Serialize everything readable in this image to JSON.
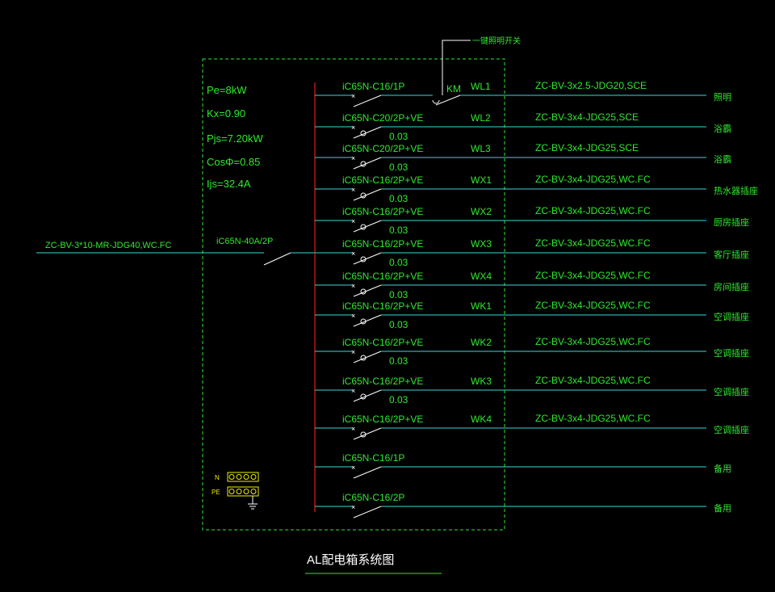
{
  "params": {
    "pe": "Pe=8kW",
    "kx": "Kx=0.90",
    "pjs": "Pjs=7.20kW",
    "cos": "CosΦ=0.85",
    "ijs": "Ijs=32.4A"
  },
  "incoming": {
    "cable": "ZC-BV-3*10-MR-JDG40,WC.FC",
    "breaker": "iC65N-40A/2P"
  },
  "switch_label": "一键照明开关",
  "km_label": "KM",
  "circuits": [
    {
      "breaker": "iC65N-C16/1P",
      "rcd": "",
      "code": "WL1",
      "cable": "ZC-BV-3x2.5-JDG20,SCE",
      "load": "照明"
    },
    {
      "breaker": "iC65N-C20/2P+VE",
      "rcd": "0.03",
      "code": "WL2",
      "cable": "ZC-BV-3x4-JDG25,SCE",
      "load": "浴霸"
    },
    {
      "breaker": "iC65N-C20/2P+VE",
      "rcd": "0.03",
      "code": "WL3",
      "cable": "ZC-BV-3x4-JDG25,SCE",
      "load": "浴霸"
    },
    {
      "breaker": "iC65N-C16/2P+VE",
      "rcd": "0.03",
      "code": "WX1",
      "cable": "ZC-BV-3x4-JDG25,WC.FC",
      "load": "热水器插座"
    },
    {
      "breaker": "iC65N-C16/2P+VE",
      "rcd": "0.03",
      "code": "WX2",
      "cable": "ZC-BV-3x4-JDG25,WC.FC",
      "load": "厨房插座"
    },
    {
      "breaker": "iC65N-C16/2P+VE",
      "rcd": "0.03",
      "code": "WX3",
      "cable": "ZC-BV-3x4-JDG25,WC.FC",
      "load": "客厅插座"
    },
    {
      "breaker": "iC65N-C16/2P+VE",
      "rcd": "0.03",
      "code": "WX4",
      "cable": "ZC-BV-3x4-JDG25,WC.FC",
      "load": "房间插座"
    },
    {
      "breaker": "iC65N-C16/2P+VE",
      "rcd": "0.03",
      "code": "WK1",
      "cable": "ZC-BV-3x4-JDG25,WC.FC",
      "load": "空调插座"
    },
    {
      "breaker": "iC65N-C16/2P+VE",
      "rcd": "0.03",
      "code": "WK2",
      "cable": "ZC-BV-3x4-JDG25,WC.FC",
      "load": "空调插座"
    },
    {
      "breaker": "iC65N-C16/2P+VE",
      "rcd": "0.03",
      "code": "WK3",
      "cable": "ZC-BV-3x4-JDG25,WC.FC",
      "load": "空调插座"
    },
    {
      "breaker": "iC65N-C16/2P+VE",
      "rcd": "",
      "code": "WK4",
      "cable": "ZC-BV-3x4-JDG25,WC.FC",
      "load": "空调插座"
    },
    {
      "breaker": "iC65N-C16/1P",
      "rcd": "",
      "code": "",
      "cable": "",
      "load": "备用"
    },
    {
      "breaker": "iC65N-C16/2P",
      "rcd": "",
      "code": "",
      "cable": "",
      "load": "备用"
    }
  ],
  "terminals": {
    "n": "N",
    "pe": "PE"
  },
  "title": "AL配电箱系统图",
  "colors": {
    "background": "#000000",
    "text": "#2fe82f",
    "wire": "#3ad6d6",
    "bus": "#e02020",
    "frame": "#2fe82f"
  }
}
